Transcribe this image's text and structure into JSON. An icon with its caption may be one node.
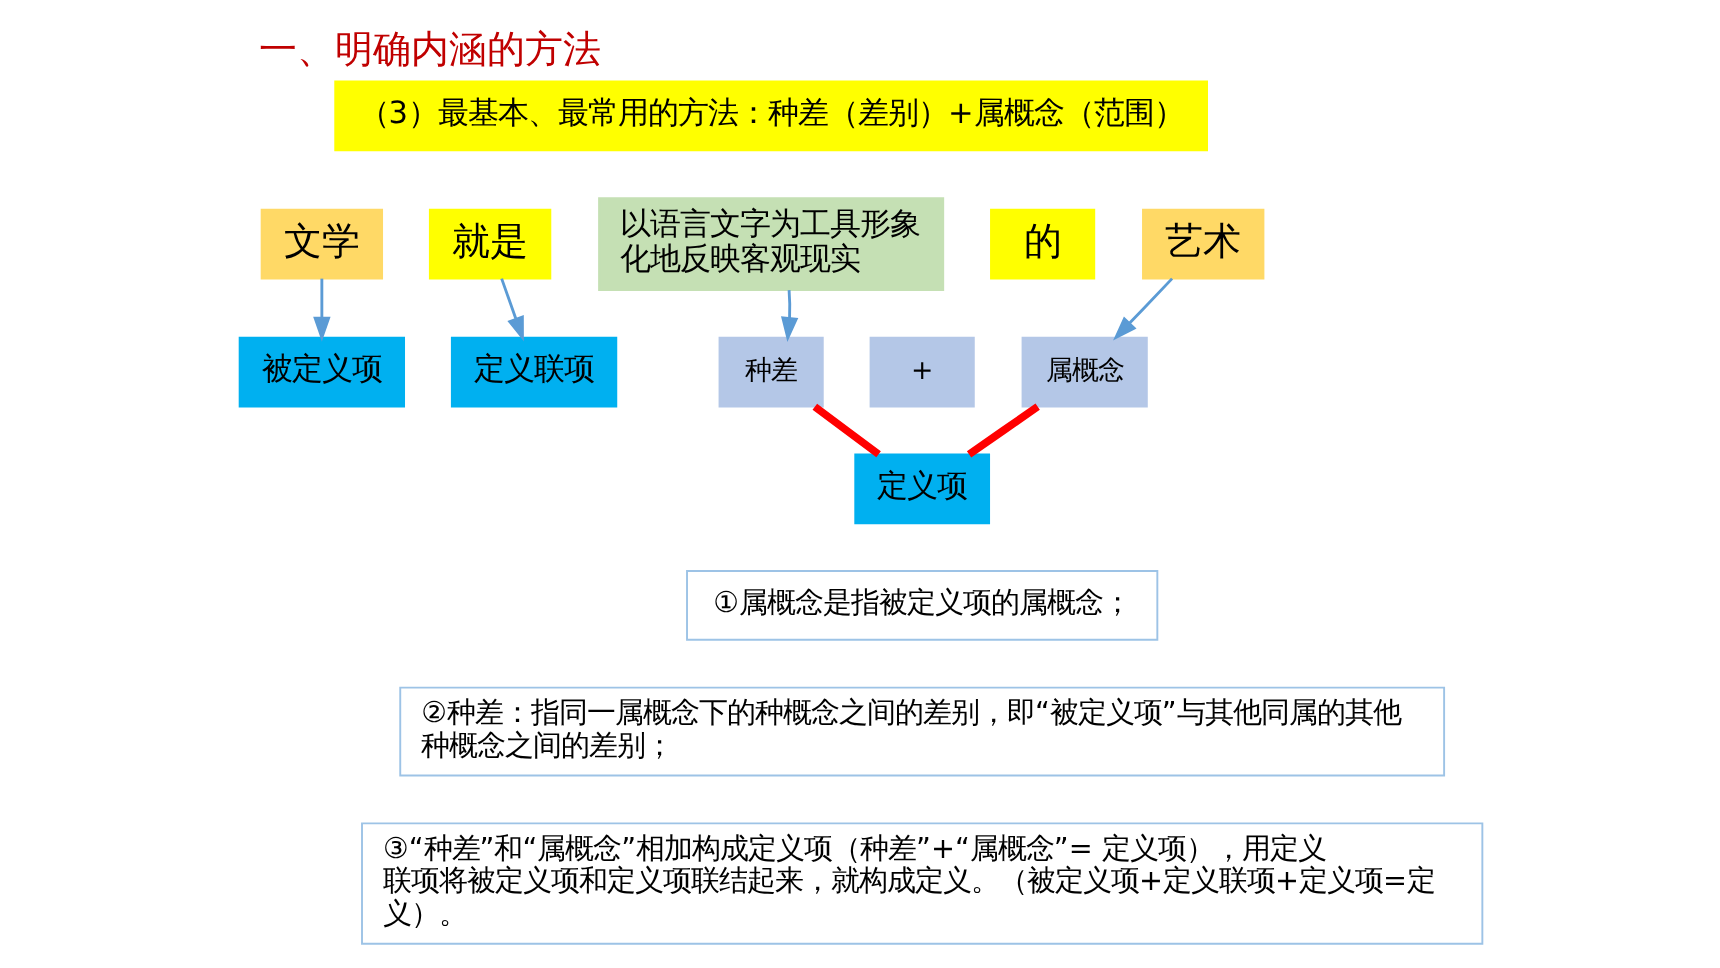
{
  "diagram": {
    "title": "一、明确内涵的方法",
    "nodes": [
      {
        "text": [
          "（3）最基本、最常用的方法：种差（差别）+属概念（范围）"
        ]
      },
      {
        "text": [
          "文学"
        ]
      },
      {
        "text": [
          "就是"
        ]
      },
      {
        "text": [
          "以语言文字为工具形象化地反映客观现实"
        ]
      },
      {
        "text": [
          "的"
        ]
      },
      {
        "text": [
          "艺术"
        ]
      },
      {
        "text": [
          "被定义项"
        ]
      },
      {
        "text": [
          "定义联项"
        ]
      },
      {
        "text": [
          "种差"
        ]
      },
      {
        "text": [
          "+"
        ]
      },
      {
        "text": [
          "属概念"
        ]
      },
      {
        "text": [
          "定义项"
        ]
      },
      {
        "text": [
          "①属概念是指被定义项的属概念；"
        ]
      },
      {
        "text": [
          "②种差：指同一属概念下的种概念之间的差别，即“被定义项”与其他同属的其他种概念之间的差别；"
        ]
      },
      {
        "text": [
          "③“种差”和“属概念”相加构成定义项（种差”+“属概念”= 定义项），用定义联项将被定义项和定义项联结起来，就构成定义。（被定义项+定义联项+定义项=定义）。"
        ]
      }
    ],
    "edges": [
      {
        "from": 1,
        "to": 6,
        "arrow": "to"
      },
      {
        "from": 2,
        "to": 7,
        "arrow": "to"
      },
      {
        "from": 3,
        "to": 8,
        "arrow": "to"
      },
      {
        "from": 5,
        "to": 10,
        "arrow": "to"
      },
      {
        "from": 8,
        "to": 11,
        "arrow": "none",
        "style": "thick",
        "color": "#ff0000"
      },
      {
        "from": 10,
        "to": 11,
        "arrow": "none",
        "style": "thick",
        "color": "#ff0000"
      }
    ]
  }
}
